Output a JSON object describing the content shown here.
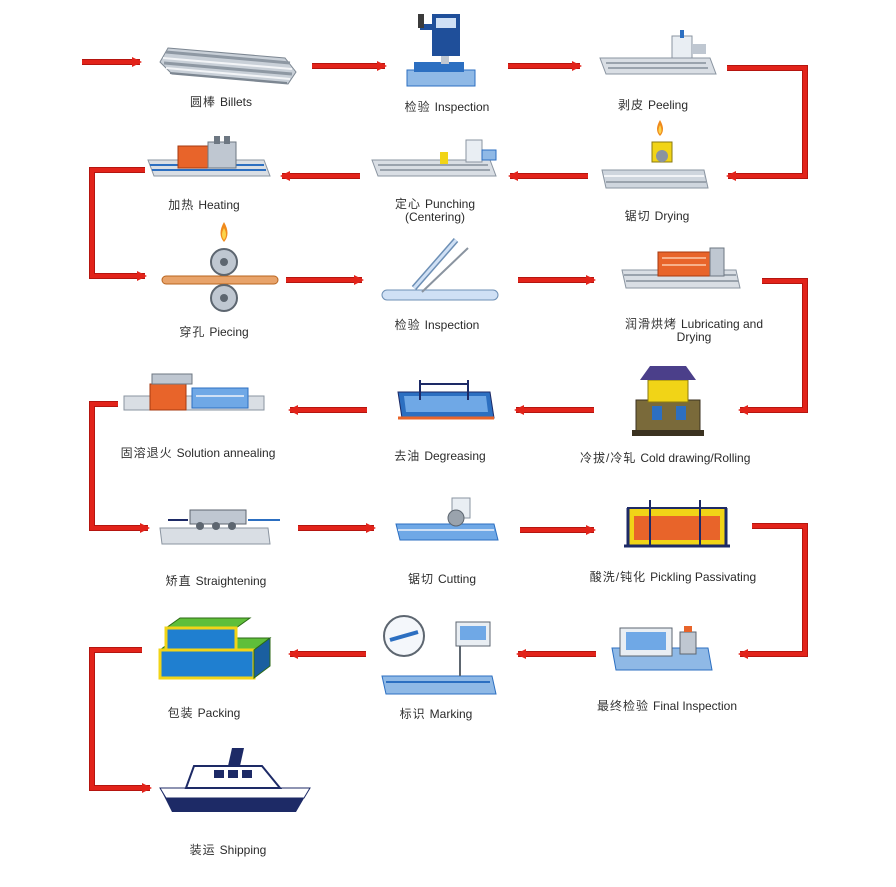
{
  "colors": {
    "arrow": "#e2231a",
    "arrow_dark": "#b5150f",
    "steel": "#9aa3ad",
    "blue": "#2c6fc1",
    "orange": "#e8642a",
    "green": "#3a9a2a",
    "yellow": "#f1d417",
    "navy": "#1d2a66"
  },
  "steps": [
    {
      "id": "billets",
      "zh": "圆棒",
      "en": "Billets",
      "icon": "steel-billets-icon"
    },
    {
      "id": "inspection-1",
      "zh": "检验",
      "en": "Inspection",
      "icon": "inspection-press-icon"
    },
    {
      "id": "peeling",
      "zh": "剥皮",
      "en": "Peeling",
      "icon": "peeling-machine-icon"
    },
    {
      "id": "drying-1",
      "zh": "锯切",
      "en": "Drying",
      "icon": "saw-cutting-icon"
    },
    {
      "id": "punching",
      "zh": "定心",
      "en": "Punching",
      "en2": "(Centering)",
      "icon": "punching-machine-icon"
    },
    {
      "id": "heating",
      "zh": "加热",
      "en": "Heating",
      "icon": "heating-furnace-icon"
    },
    {
      "id": "piercing",
      "zh": "穿孔",
      "en": "Piecing",
      "icon": "piercing-rolls-icon"
    },
    {
      "id": "inspection-2",
      "zh": "检验",
      "en": "Inspection",
      "icon": "tube-inspection-icon"
    },
    {
      "id": "lubricating",
      "zh": "润滑烘烤",
      "en": "Lubricating and",
      "en2": "Drying",
      "icon": "lubricating-oven-icon"
    },
    {
      "id": "cold-drawing",
      "zh": "冷拔/冷轧",
      "en": "Cold drawing/Rolling",
      "icon": "cold-drawing-mill-icon"
    },
    {
      "id": "degreasing",
      "zh": "去油",
      "en": "Degreasing",
      "icon": "degreasing-tank-icon"
    },
    {
      "id": "solution-annealing",
      "zh": "固溶退火",
      "en": "Solution annealing",
      "icon": "annealing-furnace-icon"
    },
    {
      "id": "straightening",
      "zh": "矫直",
      "en": "Straightening",
      "icon": "straightening-machine-icon"
    },
    {
      "id": "cutting",
      "zh": "锯切",
      "en": "Cutting",
      "icon": "cutting-saw-icon"
    },
    {
      "id": "pickling",
      "zh": "酸洗/钝化",
      "en": "Pickling Passivating",
      "icon": "pickling-tank-icon"
    },
    {
      "id": "final-inspection",
      "zh": "最终检验",
      "en": "Final Inspection",
      "icon": "final-inspection-icon"
    },
    {
      "id": "marking",
      "zh": "标识",
      "en": "Marking",
      "icon": "marking-machine-icon"
    },
    {
      "id": "packing",
      "zh": "包装",
      "en": "Packing",
      "icon": "packing-bundles-icon"
    },
    {
      "id": "shipping",
      "zh": "装运",
      "en": "Shipping",
      "icon": "ship-icon"
    }
  ]
}
